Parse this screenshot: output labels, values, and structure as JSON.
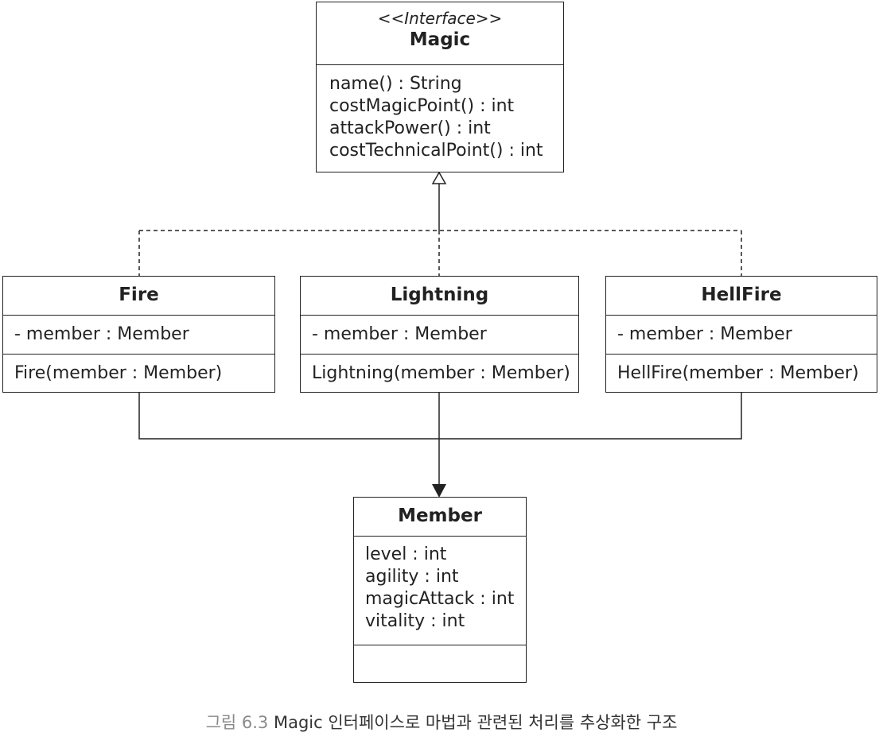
{
  "magic": {
    "stereotype": "<<Interface>>",
    "name": "Magic",
    "methods": [
      "name() : String",
      "costMagicPoint() : int",
      "attackPower() : int",
      "costTechnicalPoint() : int"
    ]
  },
  "fire": {
    "name": "Fire",
    "attribute": "- member : Member",
    "constructor": "Fire(member : Member)"
  },
  "lightning": {
    "name": "Lightning",
    "attribute": "- member : Member",
    "constructor": "Lightning(member : Member)"
  },
  "hellfire": {
    "name": "HellFire",
    "attribute": "- member : Member",
    "constructor": "HellFire(member : Member)"
  },
  "member": {
    "name": "Member",
    "attributes": [
      "level : int",
      "agility : int",
      "magicAttack : int",
      "vitality : int"
    ]
  },
  "caption": {
    "label": "그림 6.3",
    "text": "Magic 인터페이스로 마법과 관련된 처리를 추상화한 구조"
  }
}
